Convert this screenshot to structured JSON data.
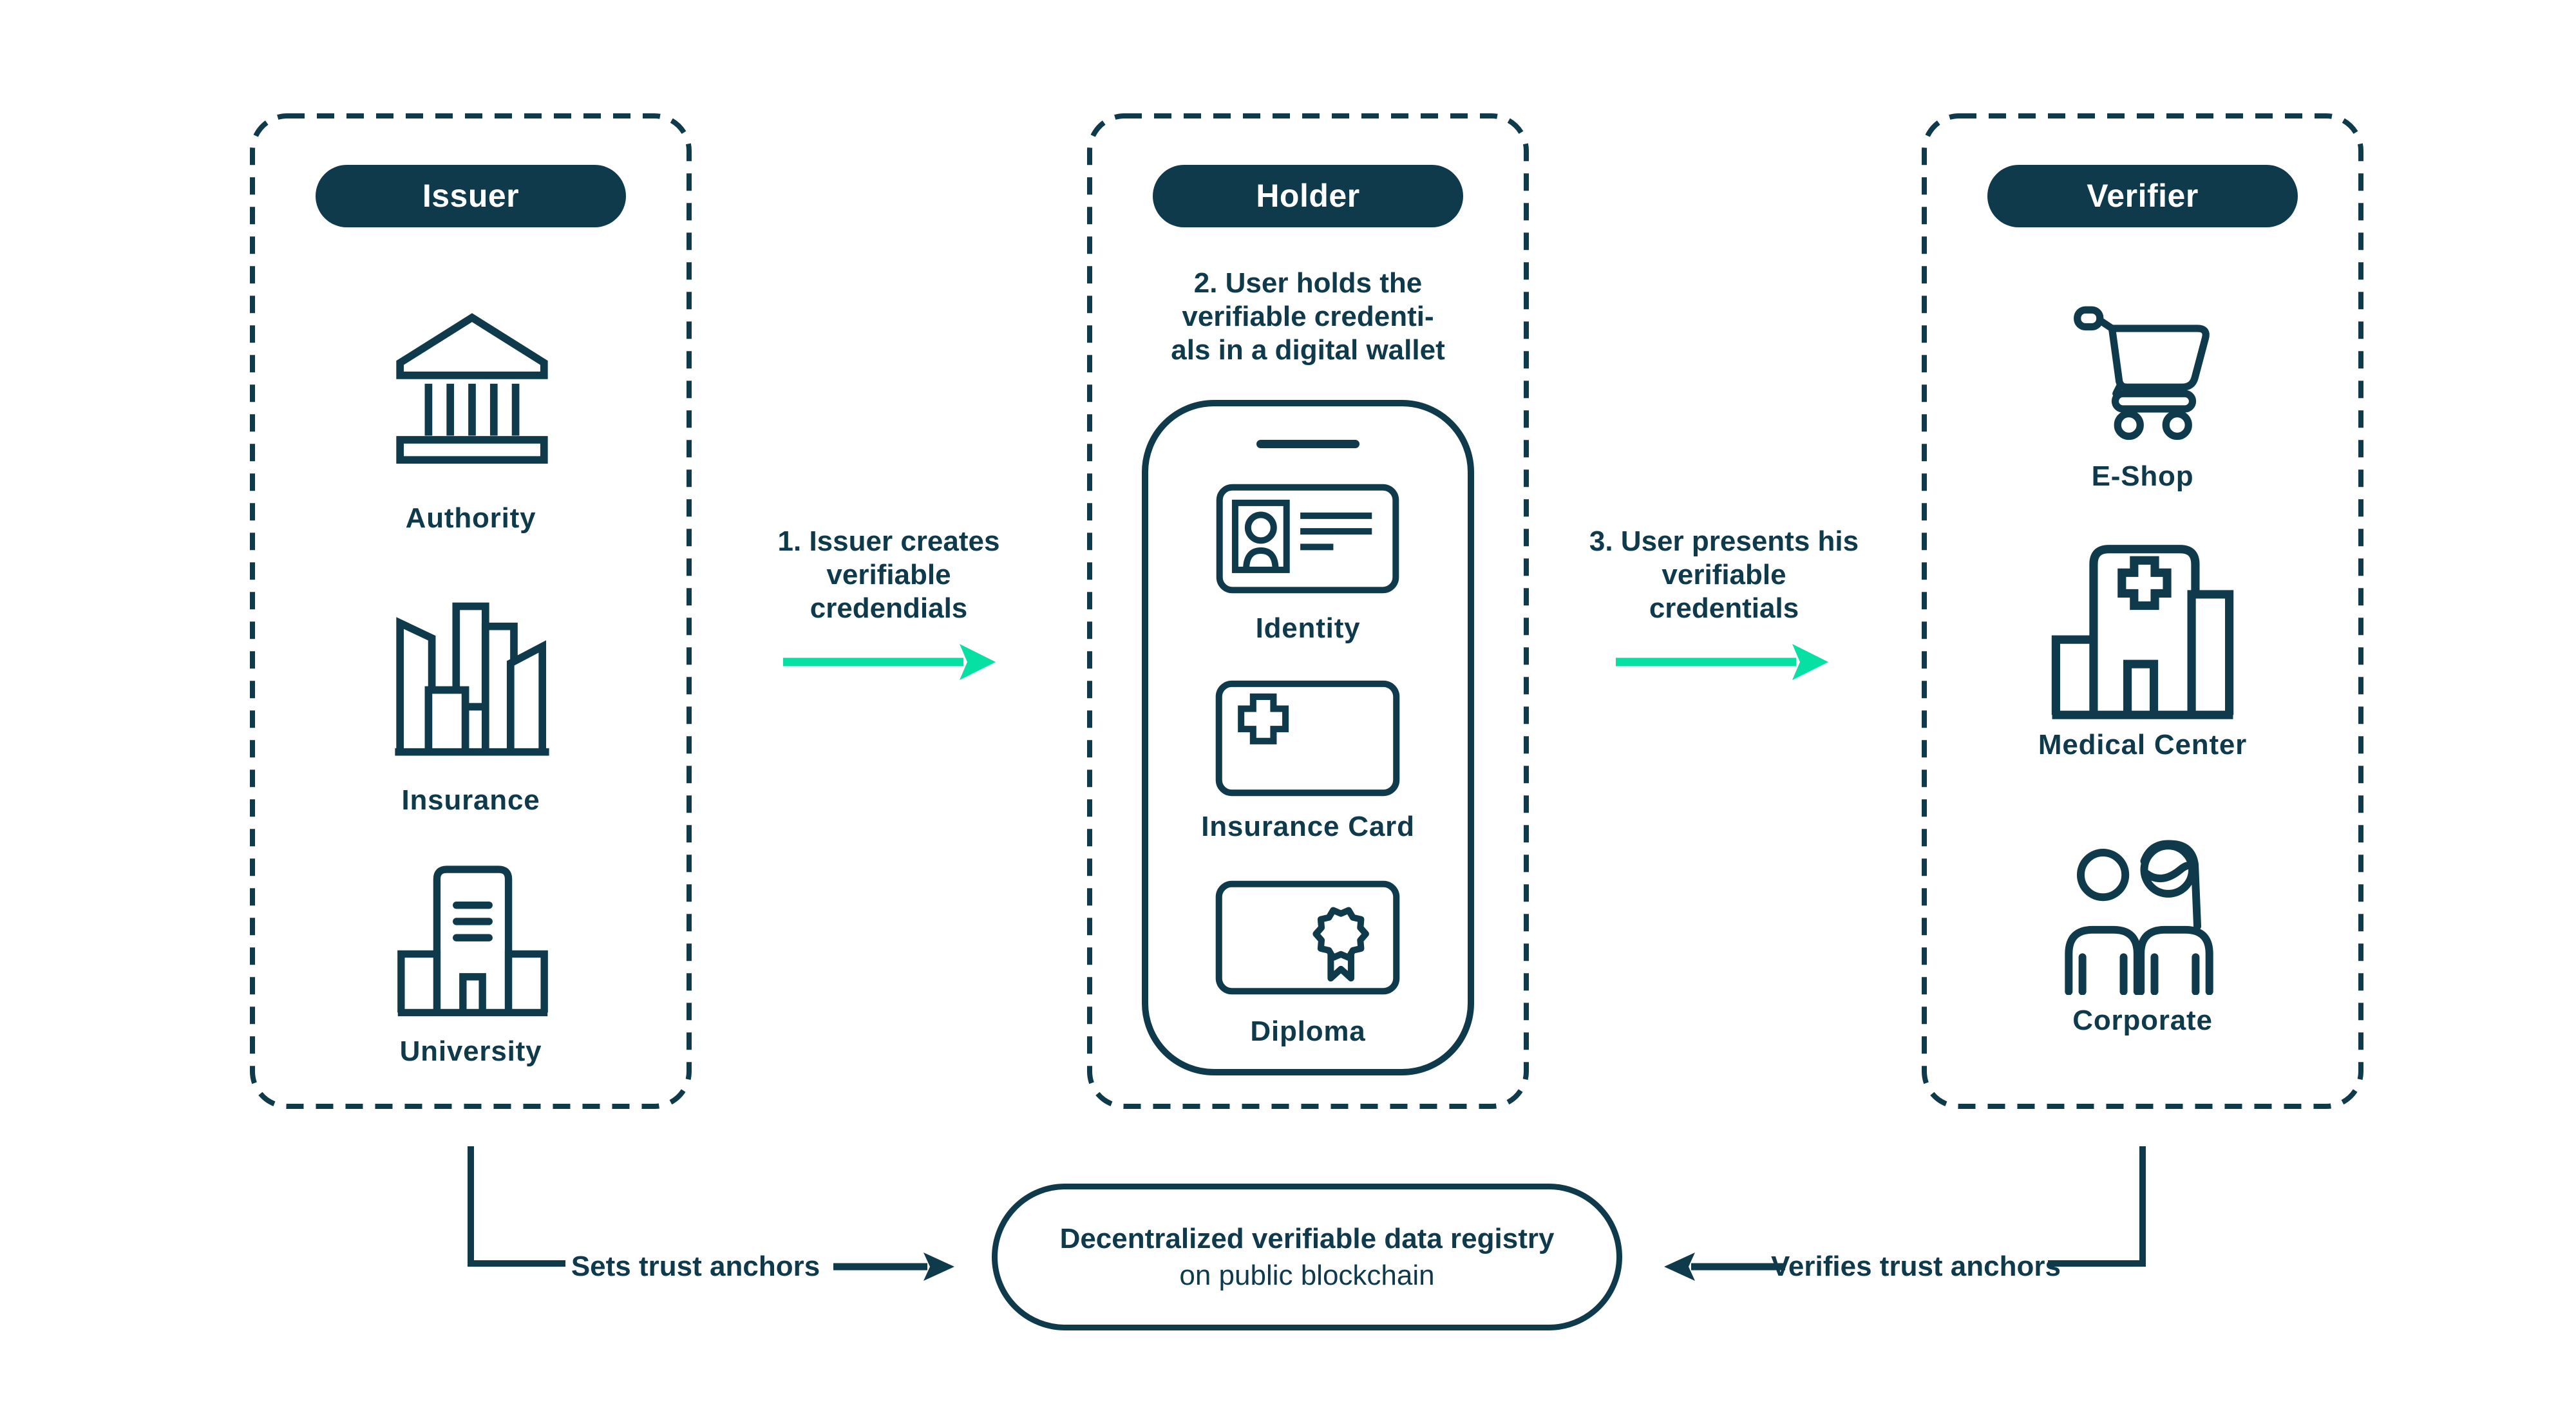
{
  "colors": {
    "navy": "#0e3a4c",
    "green": "#06e0a2",
    "background": "#ffffff"
  },
  "columns": [
    {
      "title": "Issuer",
      "items": [
        {
          "icon": "bank-icon",
          "label": "Authority"
        },
        {
          "icon": "city-buildings-icon",
          "label": "Insurance"
        },
        {
          "icon": "university-building-icon",
          "label": "University"
        }
      ]
    },
    {
      "title": "Holder",
      "step_note": {
        "lines": [
          "2. User holds the",
          "verifiable credenti-",
          "als in a digital wallet"
        ]
      },
      "wallet": {
        "icon": "smartphone-icon",
        "cards": [
          {
            "icon": "id-card-icon",
            "label": "Identity"
          },
          {
            "icon": "medical-cross-icon",
            "label": "Insurance Card"
          },
          {
            "icon": "award-rosette-icon",
            "label": "Diploma"
          }
        ]
      }
    },
    {
      "title": "Verifier",
      "items": [
        {
          "icon": "shopping-cart-icon",
          "label": "E-Shop"
        },
        {
          "icon": "hospital-icon",
          "label": "Medical Center"
        },
        {
          "icon": "two-people-icon",
          "label": "Corporate"
        }
      ]
    }
  ],
  "flows": [
    {
      "lines": [
        "1. Issuer creates",
        "verifiable",
        "credendials"
      ],
      "direction": "right"
    },
    {
      "lines": [
        "3. User presents his",
        "verifiable",
        "credentials"
      ],
      "direction": "right"
    }
  ],
  "registry": {
    "title": "Decentralized verifiable data registry",
    "subtitle": "on public blockchain"
  },
  "bottom": {
    "left_label": "Sets trust anchors",
    "right_label": "Verifies trust anchors"
  }
}
